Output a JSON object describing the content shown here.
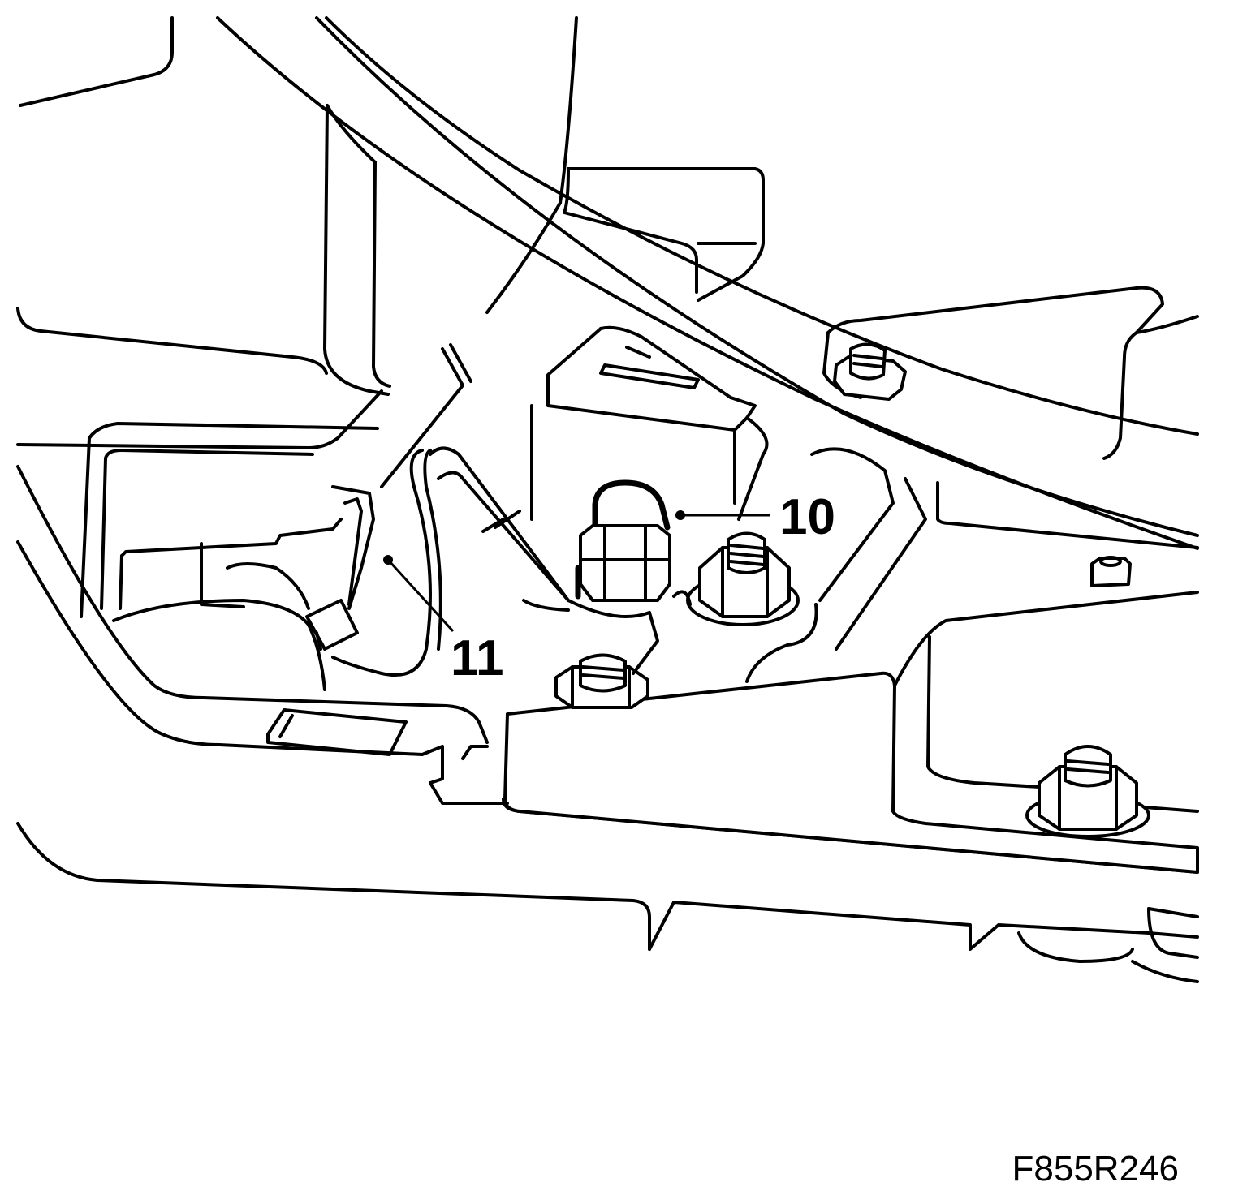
{
  "callouts": [
    {
      "label": "10",
      "part": "bolt-with-cap"
    },
    {
      "label": "11",
      "part": "wiring-connector"
    }
  ],
  "figure_code": "F855R246",
  "colors": {
    "line": "#000000",
    "background": "#ffffff"
  }
}
